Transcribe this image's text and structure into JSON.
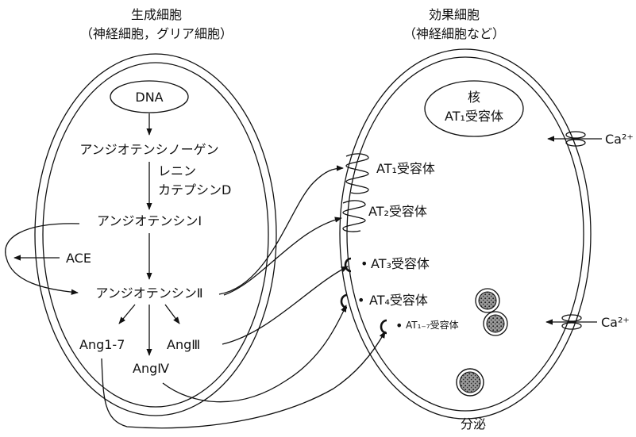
{
  "producer": {
    "title": "生成細胞",
    "subtitle": "（神経細胞，グリア細胞）",
    "dna": "DNA",
    "angiotensinogen": "アンジオテンシノーゲン",
    "enzyme_renin": "レニン",
    "enzyme_cathepsin": "カテプシンD",
    "ang1": "アンジオテンシンⅠ",
    "ace": "ACE",
    "ang2": "アンジオテンシンⅡ",
    "ang17": "Ang1-7",
    "ang3": "AngⅢ",
    "ang4": "AngⅣ"
  },
  "effector": {
    "title": "効果細胞",
    "subtitle": "（神経細胞など）",
    "nucleus": "核",
    "nucleus_receptor": "AT₁受容体",
    "at1": "AT₁受容体",
    "at2": "AT₂受容体",
    "at3": "AT₃受容体",
    "at4": "AT₄受容体",
    "at17": "AT₁₋₇受容体",
    "ca_top": "Ca²⁺",
    "ca_bottom": "Ca²⁺",
    "secretion": "分泌"
  }
}
